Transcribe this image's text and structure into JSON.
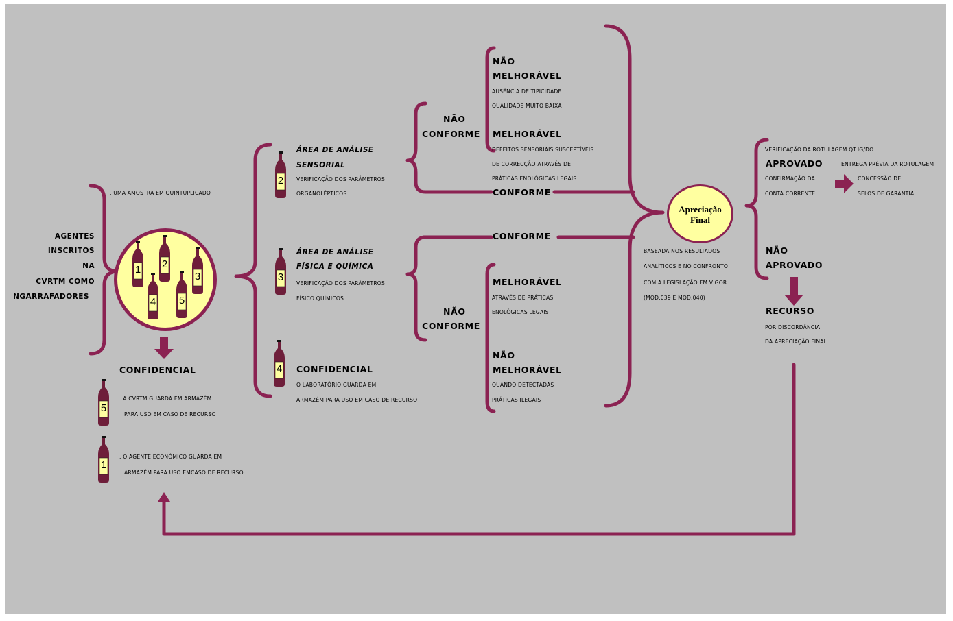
{
  "colors": {
    "accent": "#8b2252",
    "background": "#c0c0c0",
    "circle_fill": "#ffffa0",
    "bottle": "#6e1e3a"
  },
  "left": {
    "agents": [
      "AGENTES",
      "INSCRITOS",
      "NA",
      "CVRTM COMO",
      "NGARRAFADORES"
    ],
    "sample_note": ". UMA AMOSTRA EM QUINTUPLICADO",
    "circle_bottles": [
      "1",
      "2",
      "3",
      "4",
      "5"
    ],
    "confidencial": "CONFIDENCIAL",
    "keep5_num": "5",
    "keep5_l1": ". A CVRTM GUARDA EM ARMAZÉM",
    "keep5_l2": "PARA USO EM CASO DE RECURSO",
    "keep1_num": "1",
    "keep1_l1": ". O AGENTE ECONÓMICO GUARDA EM",
    "keep1_l2": "ARMAZÉM PARA USO EMCASO DE RECURSO"
  },
  "analysis": {
    "sens_num": "2",
    "sens_t1": "ÁREA DE ANÁLISE",
    "sens_t2": "SENSORIAL",
    "sens_d1": "VERIFICAÇÃO DOS PARÂMETROS",
    "sens_d2": "ORGANOLÉPTICOS",
    "fq_num": "3",
    "fq_t1": "ÁREA DE ANÁLISE",
    "fq_t2": "FÍSICA E QUÍMICA",
    "fq_d1": "VERIFICAÇÃO DOS PARÂMETROS",
    "fq_d2": "FÍSICO QUÍMICOS",
    "conf_num": "4",
    "conf_t": "CONFIDENCIAL",
    "conf_d1": "O LABORATÓRIO GUARDA EM",
    "conf_d2": "ARMAZÉM PARA USO EM CASO DE RECURSO"
  },
  "sensorial": {
    "nc1": "NÃO",
    "nc2": "CONFORME",
    "nm1": "NÃO",
    "nm2": "MELHORÁVEL",
    "nm_d1": "AUSÊNCIA DE TIPICIDADE",
    "nm_d2": "QUALIDADE MUITO BAIXA",
    "m": "MELHORÁVEL",
    "m_d1": "DEFEITOS SENSORIAIS SUSCEPTÍVEIS",
    "m_d2": "DE CORRECÇÃO ATRAVÉS DE",
    "m_d3": "PRÁTICAS ENOLÓGICAS LEGAIS",
    "conforme": "CONFORME"
  },
  "fisico": {
    "conforme": "CONFORME",
    "nc1": "NÃO",
    "nc2": "CONFORME",
    "m": "MELHORÁVEL",
    "m_d1": "ATRAVÉS DE PRÁTICAS",
    "m_d2": "ENOLÓGICAS LEGAIS",
    "nm1": "NÃO",
    "nm2": "MELHORÁVEL",
    "nm_d1": "QUANDO DETECTADAS",
    "nm_d2": "PRÁTICAS ILEGAIS"
  },
  "final": {
    "title1": "Apreciação",
    "title2": "Final",
    "d1": "BASEADA NOS RESULTADOS",
    "d2": "ANALÍTICOS E NO CONFRONTO",
    "d3": "COM A LEGISLAÇÃO EM VIGOR",
    "d4": "(MOD.039 E MOD.040)"
  },
  "outcome": {
    "ver": "VERIFICAÇÃO DA ROTULAGEM QT.IG/DO",
    "aprovado": "APROVADO",
    "conf1": "CONFIRMAÇÃO DA",
    "conf2": "CONTA CORRENTE",
    "entrega": "ENTREGA PRÉVIA DA ROTULAGEM",
    "selos1": "CONCESSÃO DE",
    "selos2": "SELOS DE GARANTIA",
    "na1": "NÃO",
    "na2": "APROVADO",
    "recurso": "RECURSO",
    "rec1": "POR DISCORDÂNCIA",
    "rec2": "DA APRECIAÇÃO FINAL"
  }
}
